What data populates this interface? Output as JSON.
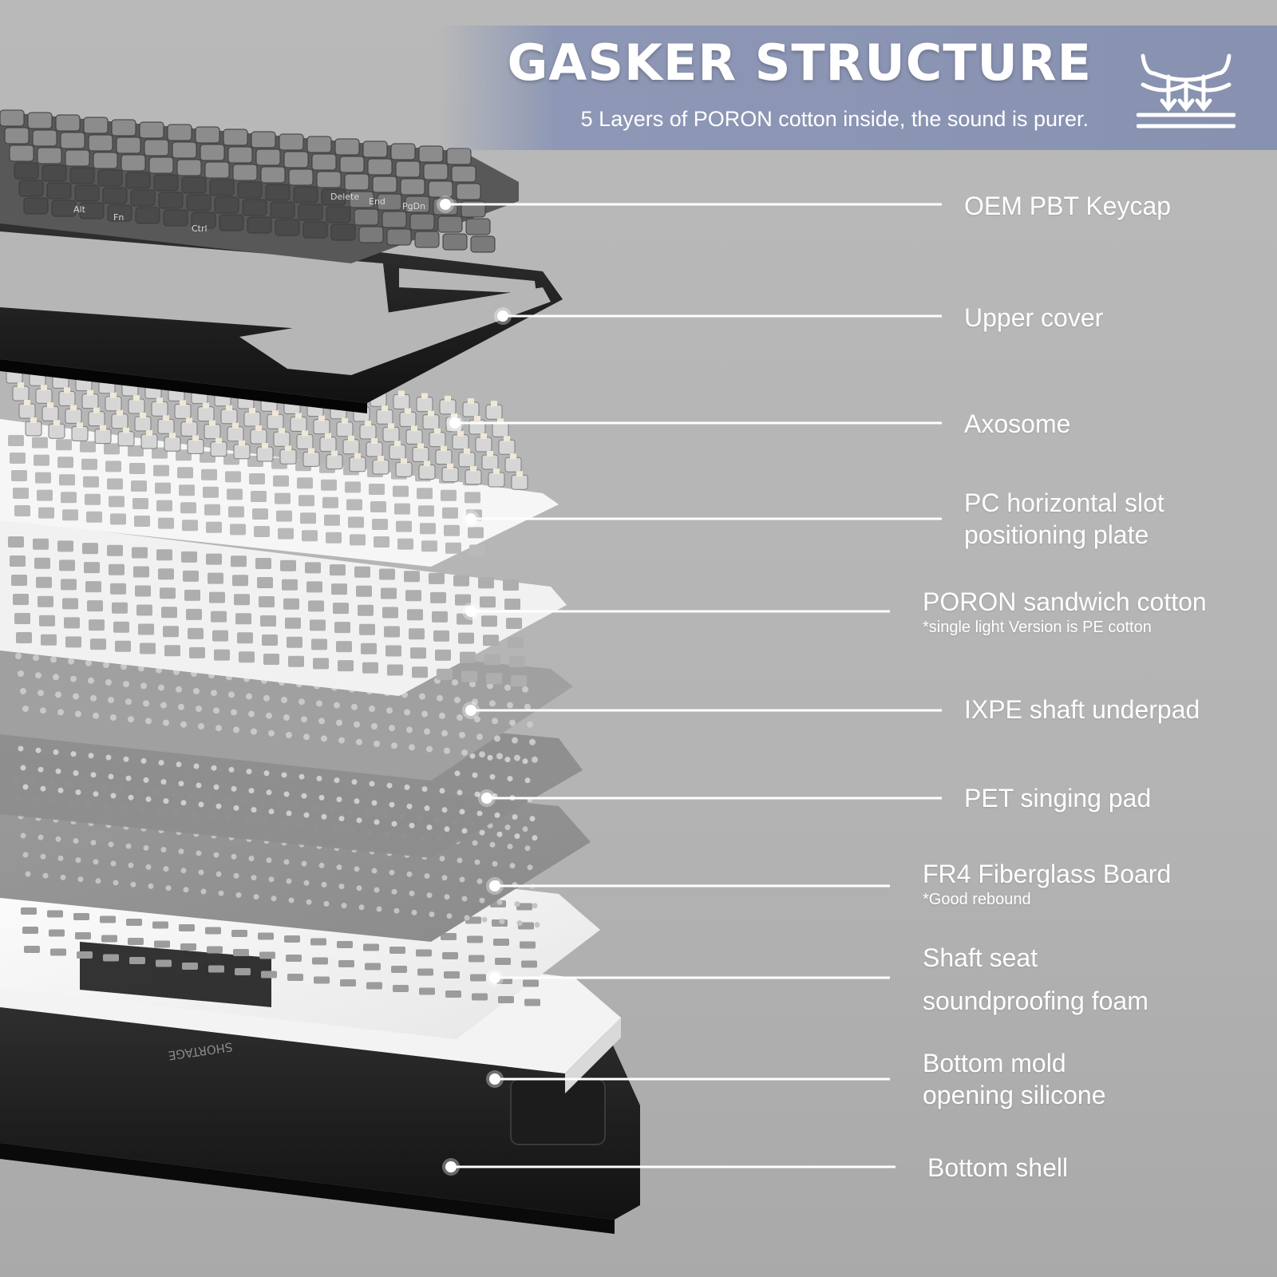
{
  "header": {
    "title": "GASKER STRUCTURE",
    "subtitle": "5 Layers of PORON cotton inside, the sound is purer.",
    "icon": "cushion-compression-icon"
  },
  "layers": [
    {
      "id": "oem-pbt-keycap",
      "lines": [
        "OEM PBT Keycap"
      ]
    },
    {
      "id": "upper-cover",
      "lines": [
        "Upper cover"
      ]
    },
    {
      "id": "axosome",
      "lines": [
        "Axosome"
      ]
    },
    {
      "id": "pc-plate",
      "lines": [
        "PC horizontal slot",
        "positioning plate"
      ]
    },
    {
      "id": "poron-sandwich-cotton",
      "lines": [
        "PORON sandwich cotton"
      ],
      "note": "*single light Version is PE cotton"
    },
    {
      "id": "ixpe-shaft-underpad",
      "lines": [
        "IXPE shaft underpad"
      ]
    },
    {
      "id": "pet-singing-pad",
      "lines": [
        "PET singing pad"
      ]
    },
    {
      "id": "fr4-fiberglass-board",
      "lines": [
        "FR4 Fiberglass Board"
      ],
      "note": "*Good rebound"
    },
    {
      "id": "shaft-seat-foam",
      "lines": [
        "Shaft seat",
        "soundproofing foam"
      ]
    },
    {
      "id": "bottom-silicone",
      "lines": [
        "Bottom mold",
        "opening silicone"
      ]
    },
    {
      "id": "bottom-shell",
      "lines": [
        "Bottom shell"
      ]
    }
  ],
  "keycap_legends": [
    "Alt",
    "Fn",
    "Ctrl",
    "Delete",
    "End",
    "PgDn"
  ],
  "case_engraving": "SHORTAGE",
  "colors": {
    "background": "#b7b7b7",
    "header_band": "#8b95b4",
    "label_text": "#ffffff",
    "leader_line": "#ffffff"
  }
}
